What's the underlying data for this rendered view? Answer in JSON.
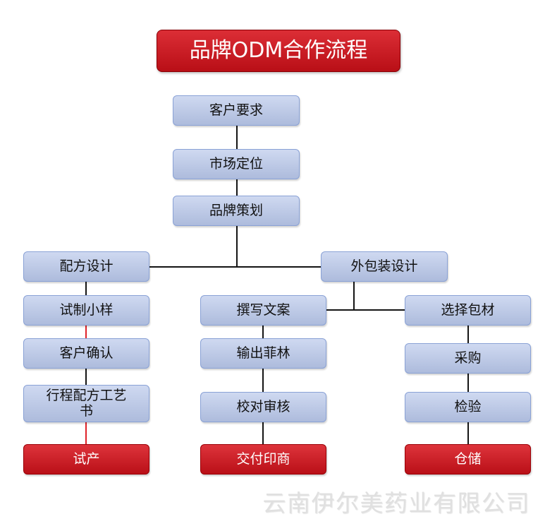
{
  "title": "品牌ODM合作流程",
  "main": {
    "step1": "客户要求",
    "step2": "市场定位",
    "step3": "品牌策划"
  },
  "formula_branch": {
    "head": "配方设计",
    "steps": [
      "试制小样",
      "客户确认",
      "行程配方工艺书"
    ],
    "end": "试产"
  },
  "packaging_branch": {
    "head": "外包装设计",
    "copy_steps": [
      "撰写文案",
      "输出菲林",
      "校对审核"
    ],
    "copy_end": "交付印商",
    "material_steps": [
      "选择包材",
      "采购",
      "检验"
    ],
    "material_end": "仓储"
  },
  "watermark": "云南伊尔美药业有限公司",
  "colors": {
    "title": "#d7111a",
    "step": "#b8c7ea",
    "step_border": "#8aa2d6",
    "end": "#d8121b",
    "connector": "#141414",
    "connector_accent": "#e02229",
    "watermark": "#d9d9d9"
  }
}
